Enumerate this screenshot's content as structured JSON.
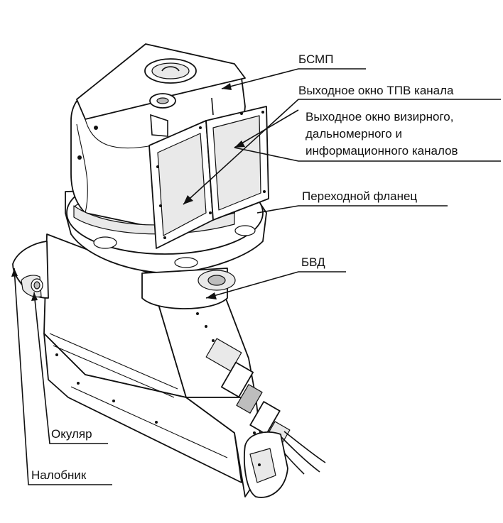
{
  "labels": {
    "bsmp": "БСМП",
    "tpv_window": "Выходное окно ТПВ канала",
    "sight_window_1": "Выходное окно визирного,",
    "sight_window_2": "дальномерного и",
    "sight_window_3": "информационного каналов",
    "flange": "Переходной фланец",
    "bvd": "БВД",
    "eyepiece": "Окуляр",
    "brow_pad": "Налобник"
  }
}
